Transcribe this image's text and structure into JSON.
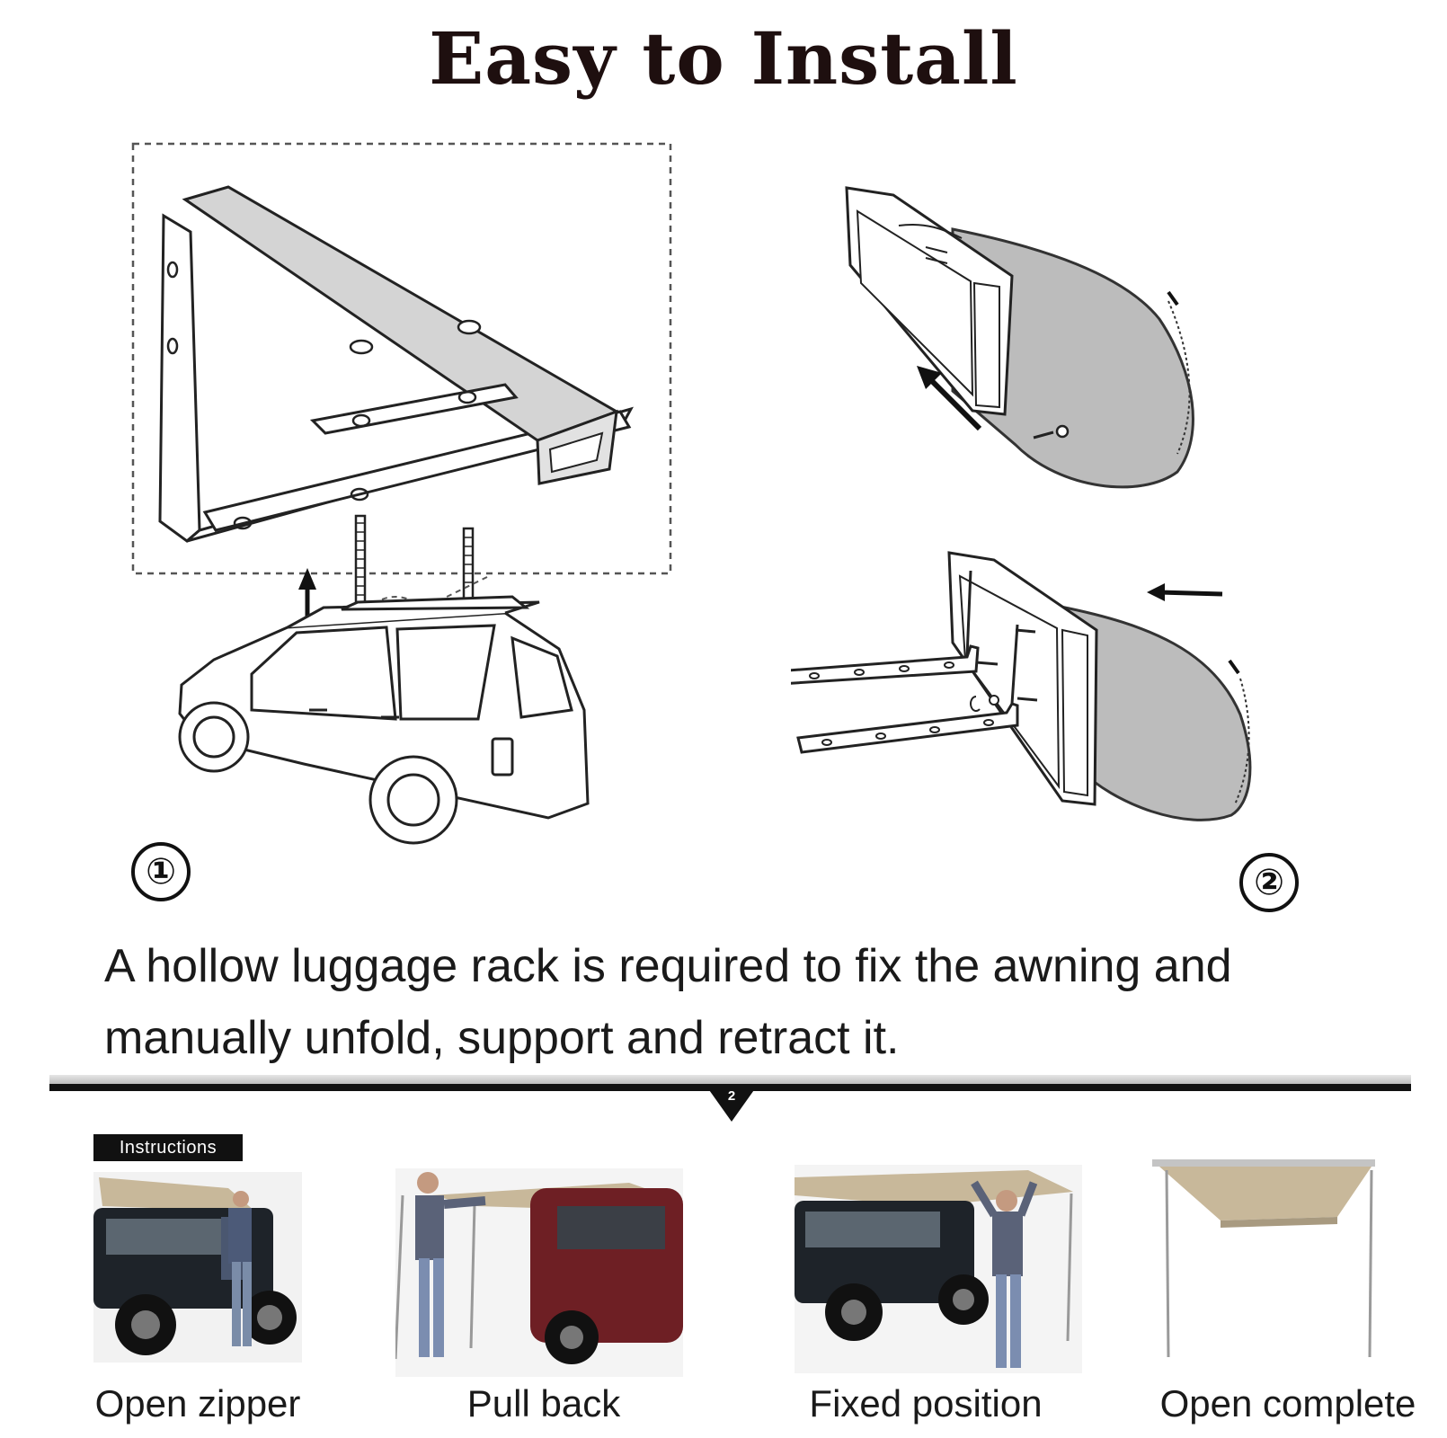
{
  "title": "Easy to Install",
  "steps": {
    "one": "①",
    "two": "②"
  },
  "caption": {
    "line1": "A hollow luggage rack is required to fix the awning and",
    "line2": "manually unfold, support and retract it."
  },
  "divider": {
    "page_number": "2"
  },
  "instructions": {
    "badge": "Instructions",
    "photos": [
      {
        "label": "Open zipper"
      },
      {
        "label": "Pull back"
      },
      {
        "label": "Fixed position"
      },
      {
        "label": "Open complete"
      }
    ]
  },
  "colors": {
    "title": "#1e0f0f",
    "text": "#1a1a1a",
    "awning_fabric": "#c8b89a",
    "diagram_fill": "#c9c9c9",
    "car_body": "#1e2329",
    "red_car": "#6e1f24"
  }
}
